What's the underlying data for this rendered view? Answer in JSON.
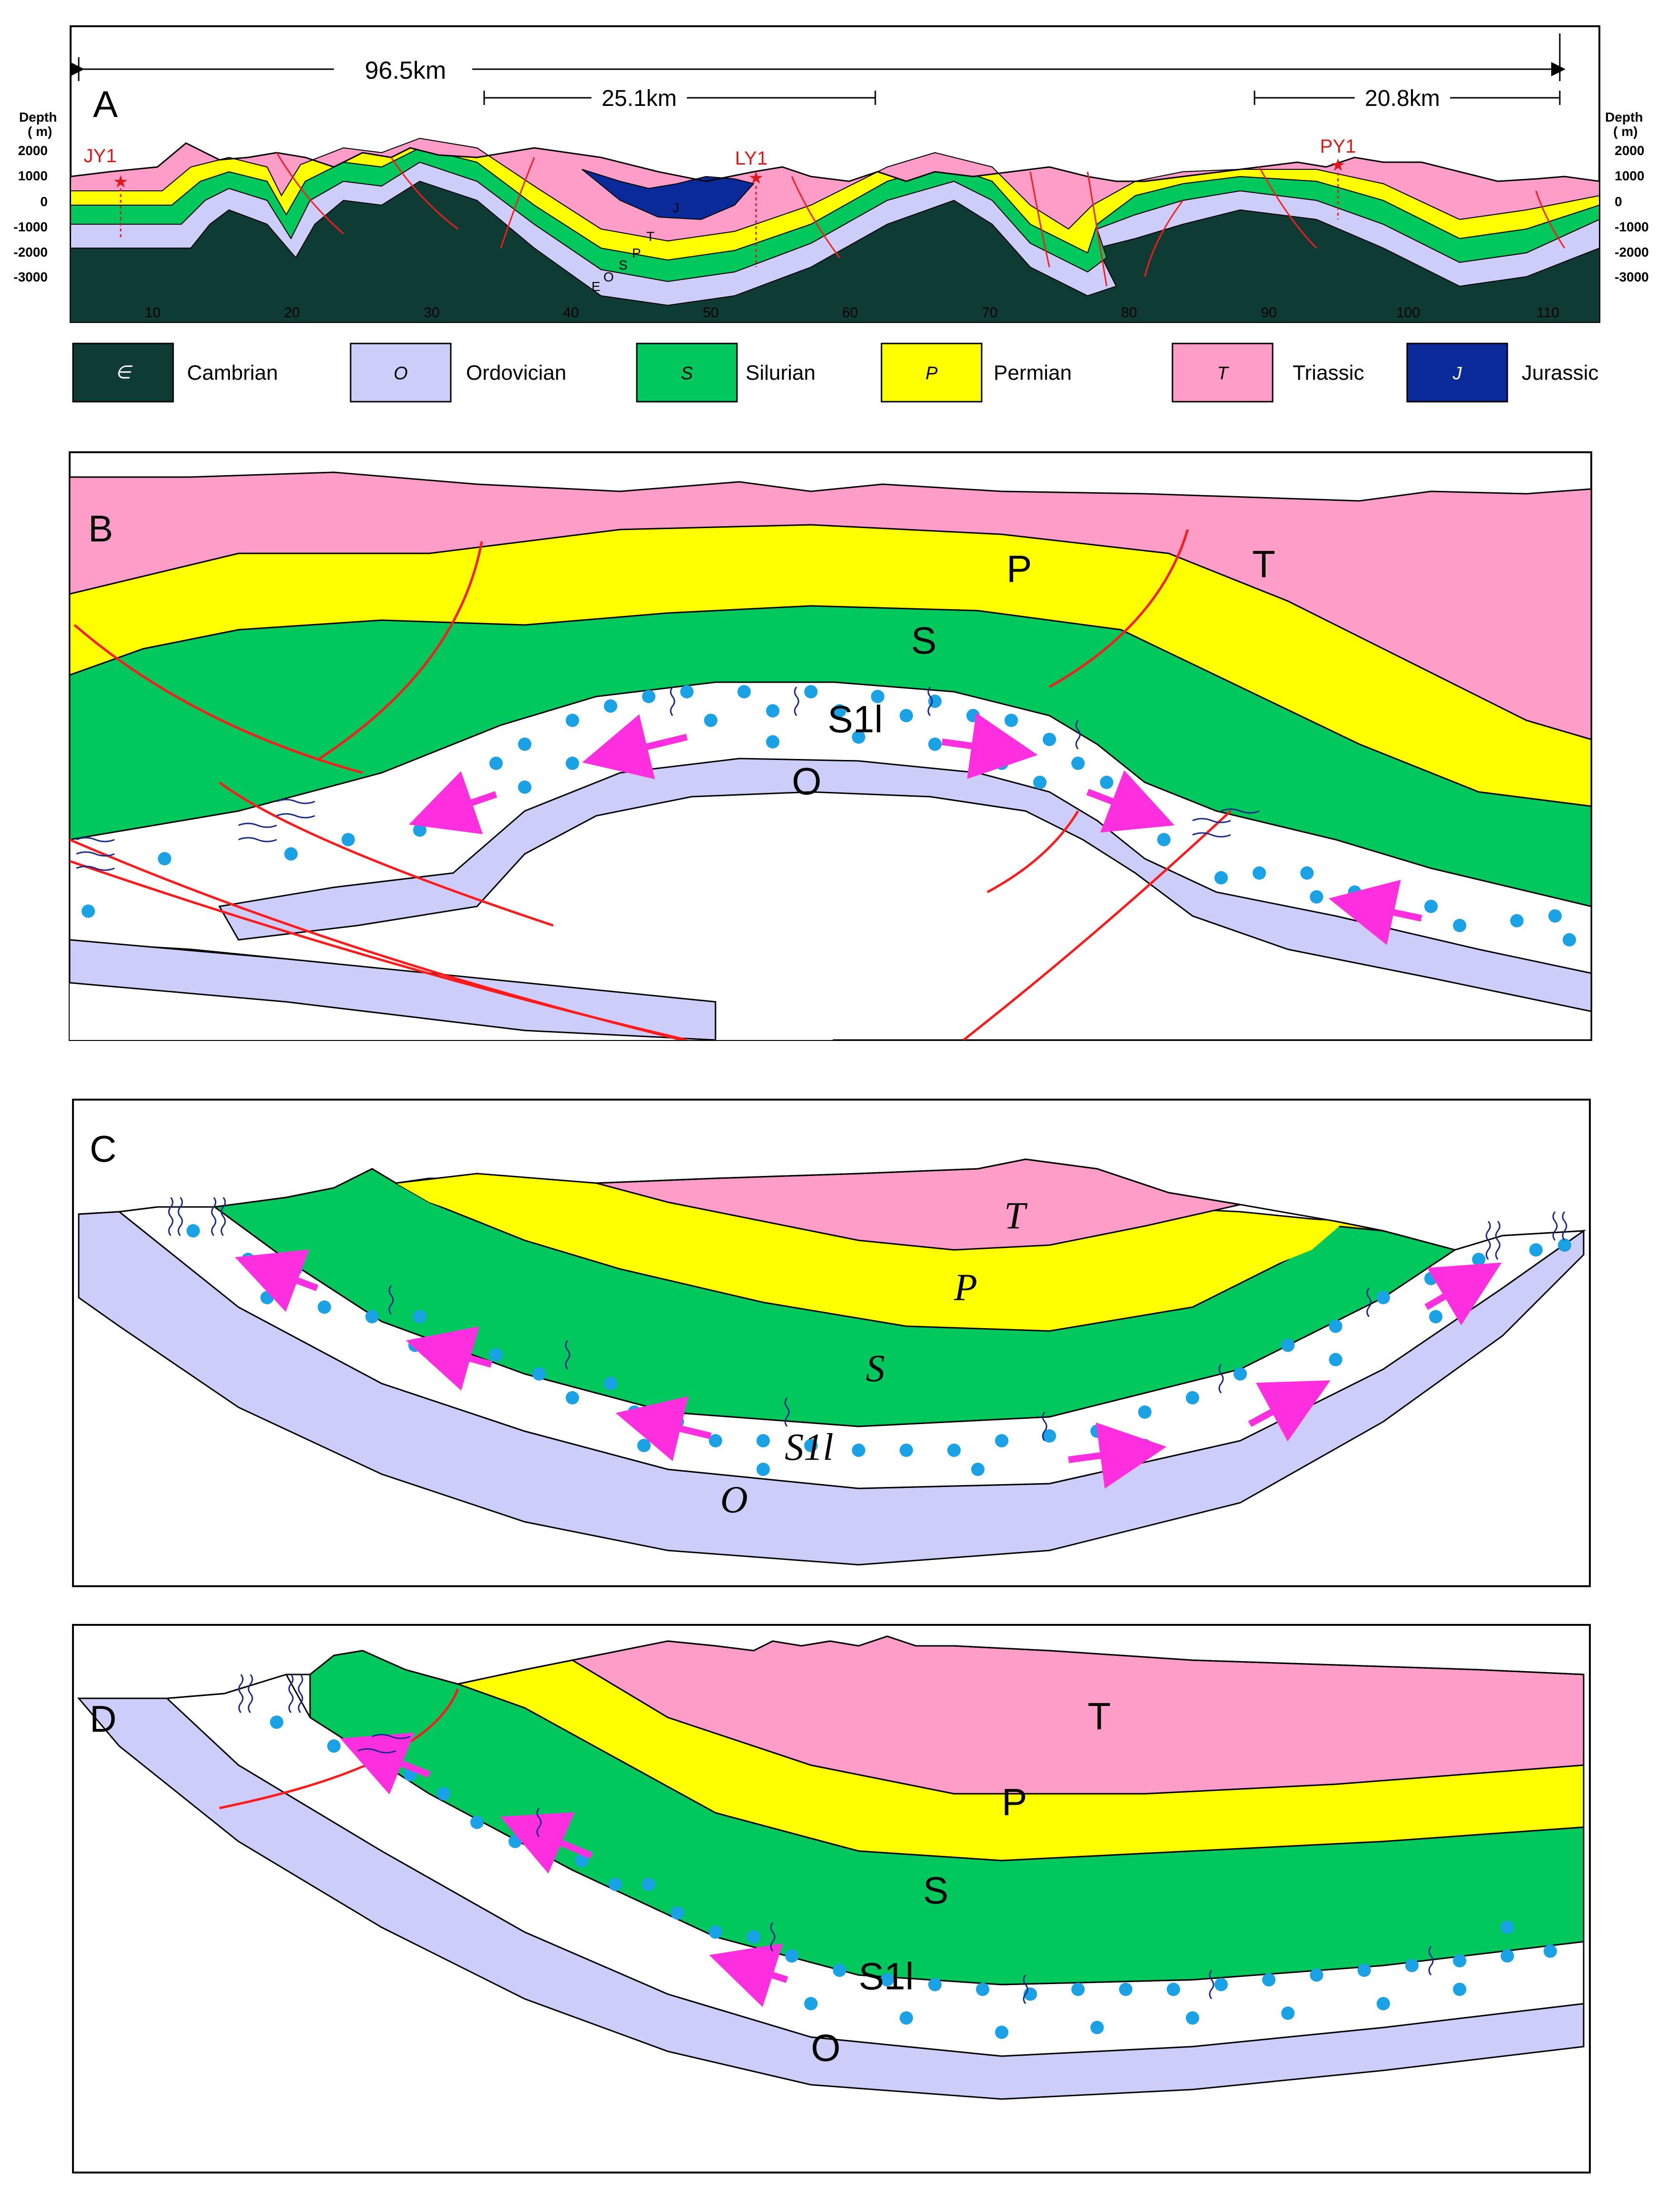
{
  "colors": {
    "cambrian": "#0f3b35",
    "ordovician": "#cccdf8",
    "silurian": "#00c85c",
    "permian": "#ffff00",
    "triassic": "#ff9dc9",
    "jurassic": "#0a2a9a",
    "fault": "#ff1a1a",
    "arrow": "#ff2fe0",
    "water": "#1aa2e6",
    "well": "#e01818"
  },
  "panelA": {
    "label": "A",
    "total_distance": "96.5km",
    "dist_1": "25.1km",
    "dist_2": "20.8km",
    "depth_title": "Depth",
    "depth_unit": "( m)",
    "depth_ticks": [
      "2000",
      "1000",
      "0",
      "-1000",
      "-2000",
      "-3000"
    ],
    "x_ticks": [
      "10",
      "20",
      "30",
      "40",
      "50",
      "60",
      "70",
      "80",
      "90",
      "100",
      "110"
    ],
    "wells": [
      "JY1",
      "LY1",
      "PY1"
    ],
    "unit_letters": {
      "j": "J",
      "t": "T",
      "p": "P",
      "s": "S",
      "o": "O",
      "e": "E"
    }
  },
  "legend": [
    {
      "symbol": "∈",
      "name": "Cambrian",
      "color_key": "cambrian"
    },
    {
      "symbol": "O",
      "name": "Ordovician",
      "color_key": "ordovician"
    },
    {
      "symbol": "S",
      "name": "Silurian",
      "color_key": "silurian"
    },
    {
      "symbol": "P",
      "name": "Permian",
      "color_key": "permian"
    },
    {
      "symbol": "T",
      "name": "Triassic",
      "color_key": "triassic"
    },
    {
      "symbol": "J",
      "name": "Jurassic",
      "color_key": "jurassic"
    }
  ],
  "panelB": {
    "label": "B",
    "t": "T",
    "p": "P",
    "s": "S",
    "s1l": "S1l",
    "o": "O"
  },
  "panelC": {
    "label": "C",
    "t": "T",
    "p": "P",
    "s": "S",
    "s1l": "S1l",
    "o": "O"
  },
  "panelD": {
    "label": "D",
    "t": "T",
    "p": "P",
    "s": "S",
    "s1l": "S1l",
    "o": "O"
  }
}
